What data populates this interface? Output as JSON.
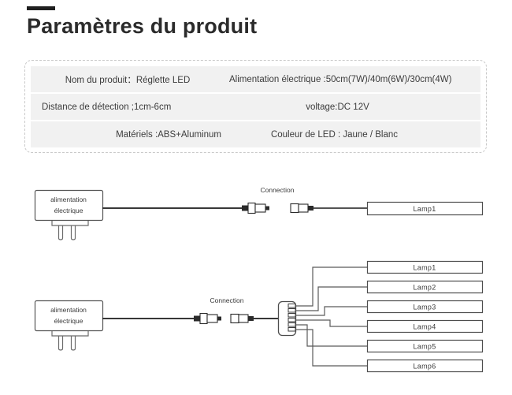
{
  "header": {
    "title": "Paramètres du produit",
    "rule": "title-rule"
  },
  "spec_table": {
    "rows": [
      {
        "left": "Nom du produit：Réglette LED",
        "right": "Alimentation électrique :50cm(7W)/40m(6W)/30cm(4W)"
      },
      {
        "left": "Distance de détection ;1cm-6cm",
        "right": "voltage:DC 12V"
      },
      {
        "left": "Matériels :ABS+Aluminum",
        "right": "Couleur de LED : Jaune / Blanc"
      }
    ]
  },
  "diagram_single": {
    "adapter_label_line1": "alimentation",
    "adapter_label_line2": "électrique",
    "connection_label": "Connection",
    "lamp_label": "Lamp1"
  },
  "diagram_multi": {
    "adapter_label_line1": "alimentation",
    "adapter_label_line2": "électrique",
    "connection_label": "Connection",
    "lamps": [
      "Lamp1",
      "Lamp2",
      "Lamp3",
      "Lamp4",
      "Lamp5",
      "Lamp6"
    ]
  },
  "colors": {
    "background": "#ffffff",
    "row_fill": "#f1f1f1",
    "panel_border": "#c9c9c9",
    "ink": "#1c1c1c",
    "text": "#3a3a3a",
    "wire": "#5a5a5a"
  }
}
